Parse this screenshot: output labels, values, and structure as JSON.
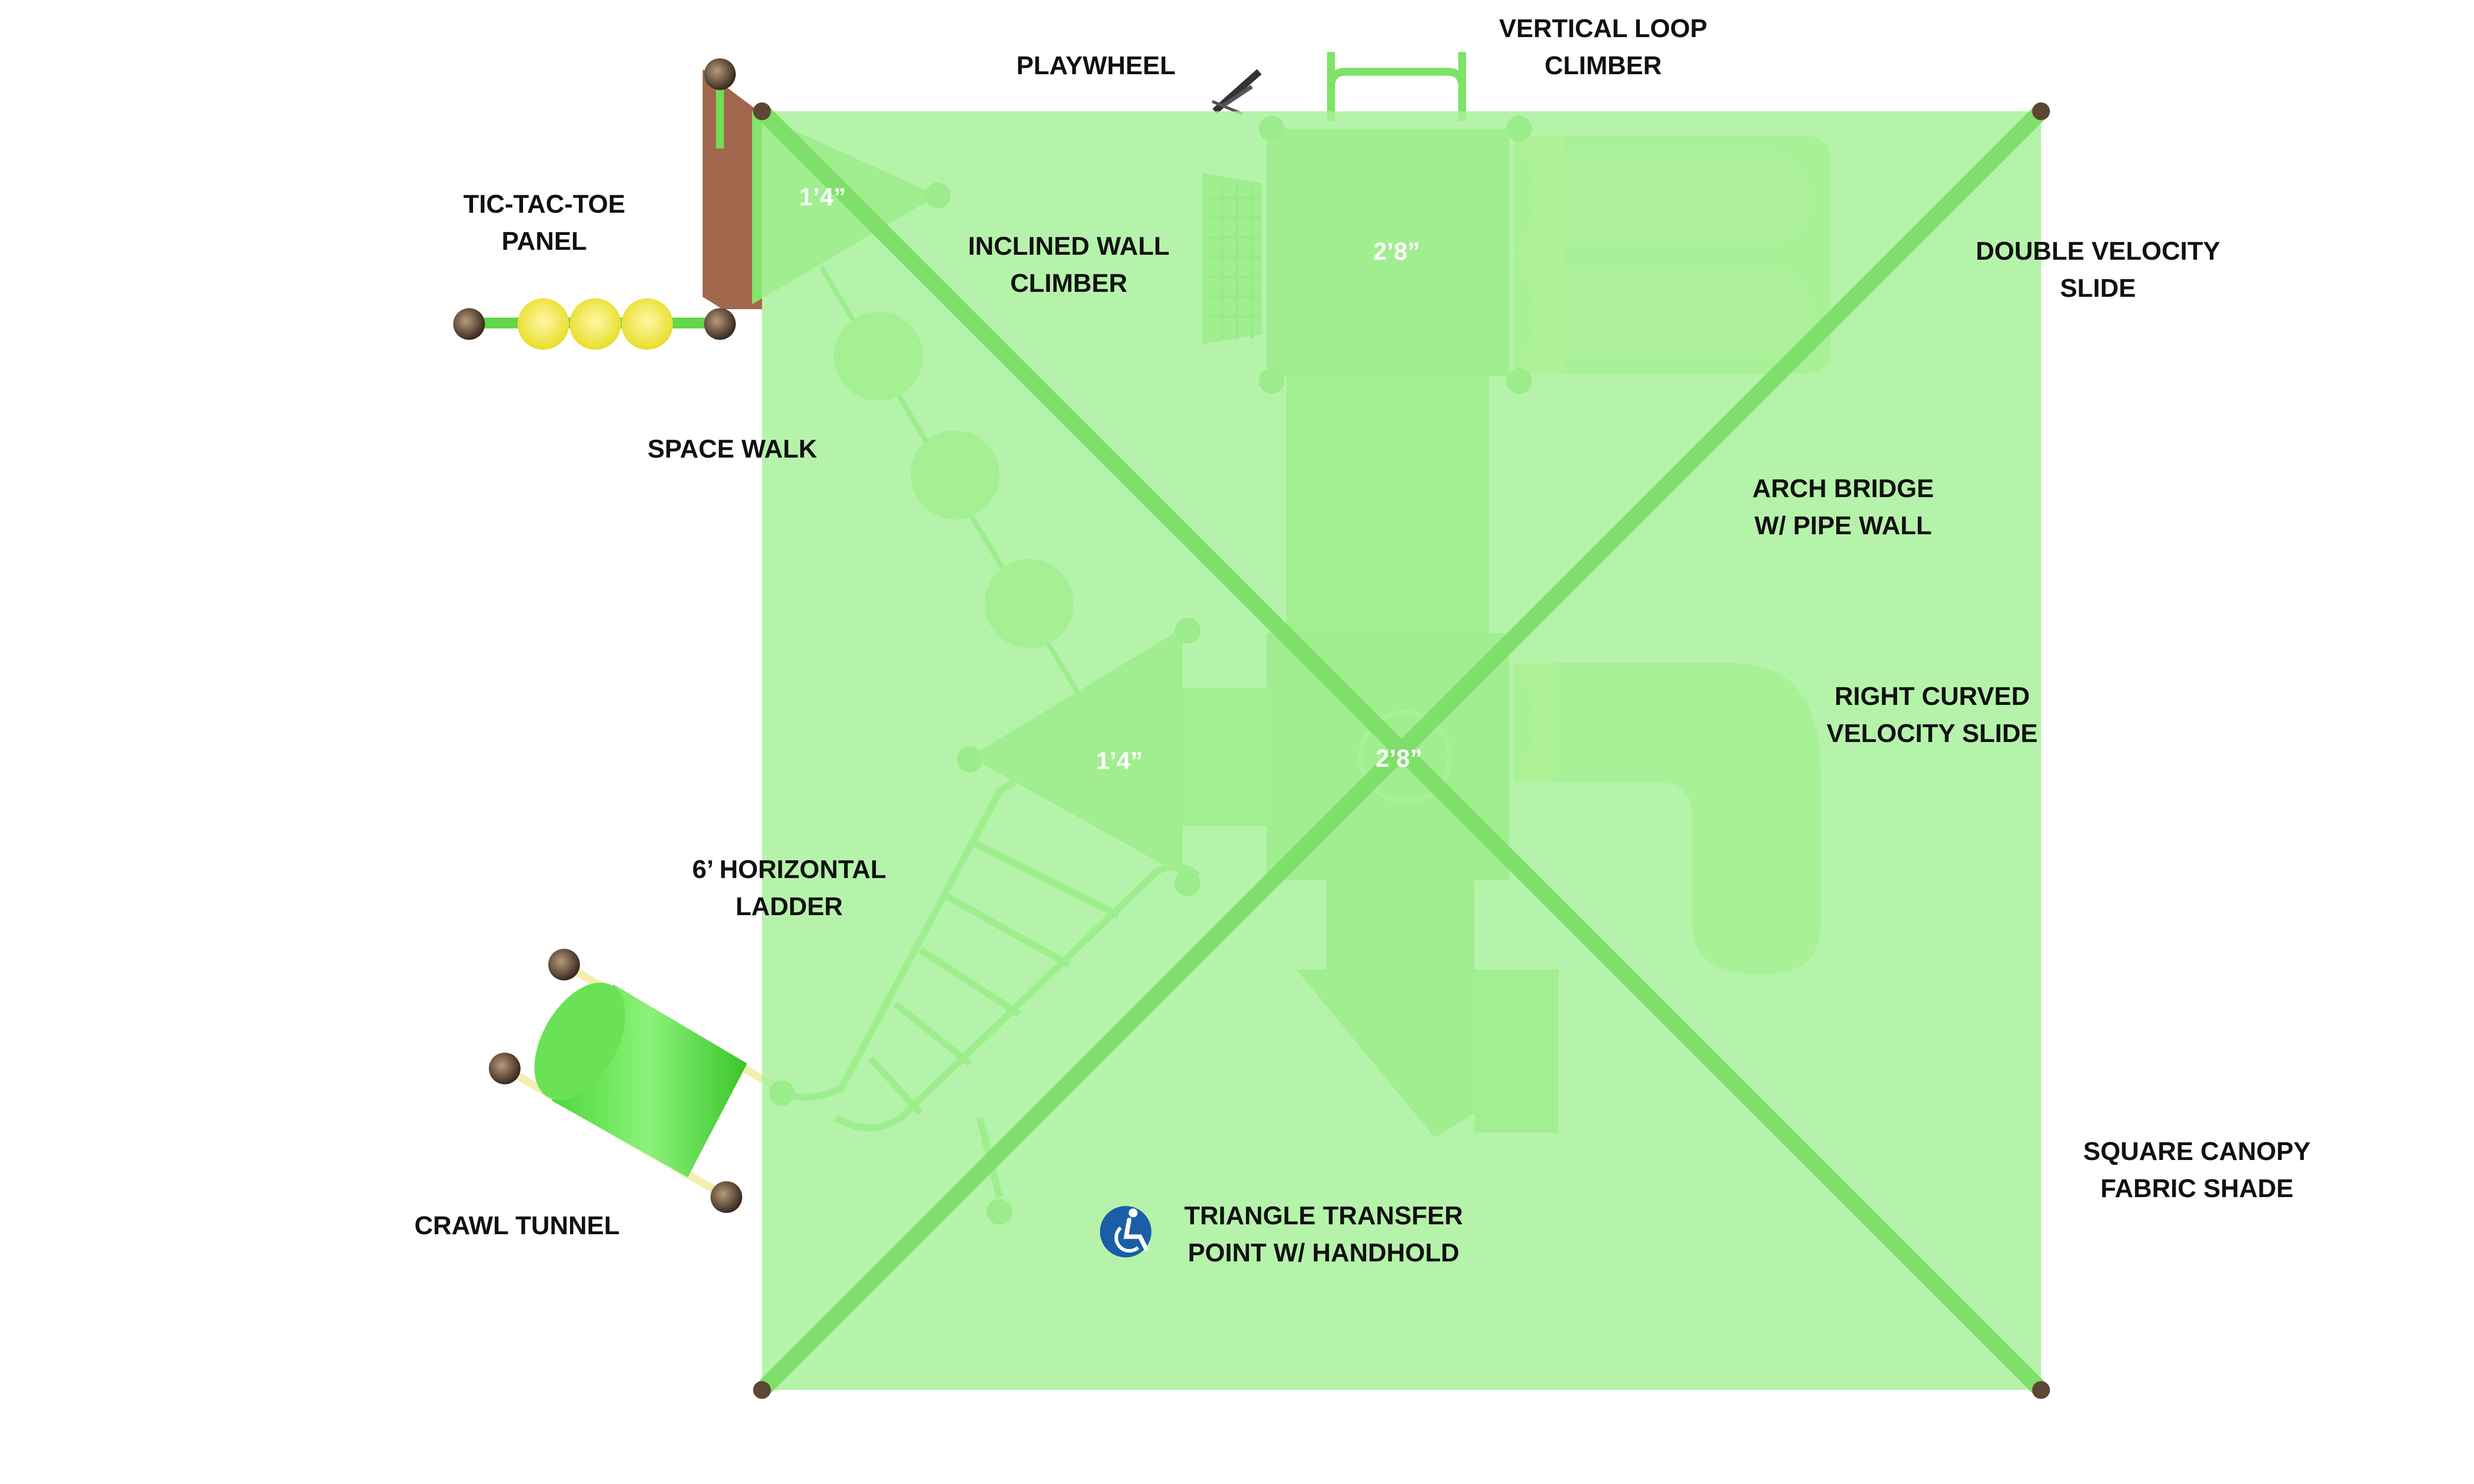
{
  "labels": {
    "playwheel": "PLAYWHEEL",
    "vertical_loop_1": "VERTICAL LOOP",
    "vertical_loop_2": "CLIMBER",
    "tictactoe_1": "TIC-TAC-TOE",
    "tictactoe_2": "PANEL",
    "inclined_1": "INCLINED WALL",
    "inclined_2": "CLIMBER",
    "double_slide_1": "DOUBLE VELOCITY",
    "double_slide_2": "SLIDE",
    "space_walk": "SPACE WALK",
    "arch_bridge_1": "ARCH BRIDGE",
    "arch_bridge_2": "W/ PIPE WALL",
    "curved_slide_1": "RIGHT CURVED",
    "curved_slide_2": "VELOCITY SLIDE",
    "horizontal_ladder_1": "6’ HORIZONTAL",
    "horizontal_ladder_2": "LADDER",
    "canopy_1": "SQUARE CANOPY",
    "canopy_2": "FABRIC SHADE",
    "crawl_tunnel": "CRAWL TUNNEL",
    "transfer_1": "TRIANGLE TRANSFER",
    "transfer_2": "POINT W/ HANDHOLD"
  },
  "dimensions": {
    "deck_top_left": "1’4”",
    "deck_top_center": "2’8”",
    "deck_mid_left": "1’4”",
    "deck_center": "2’8”"
  },
  "icons": {
    "accessibility": "wheelchair-accessibility-icon"
  },
  "colors": {
    "canopy_fill": "#a6f097",
    "canopy_cross": "#7ee06a",
    "component": "#8be874",
    "deck": "#84e46c",
    "brown_panel": "#a0674c",
    "post": "#5e4634",
    "accessibility_badge": "#1b5ea8",
    "label_text": "#111111"
  }
}
